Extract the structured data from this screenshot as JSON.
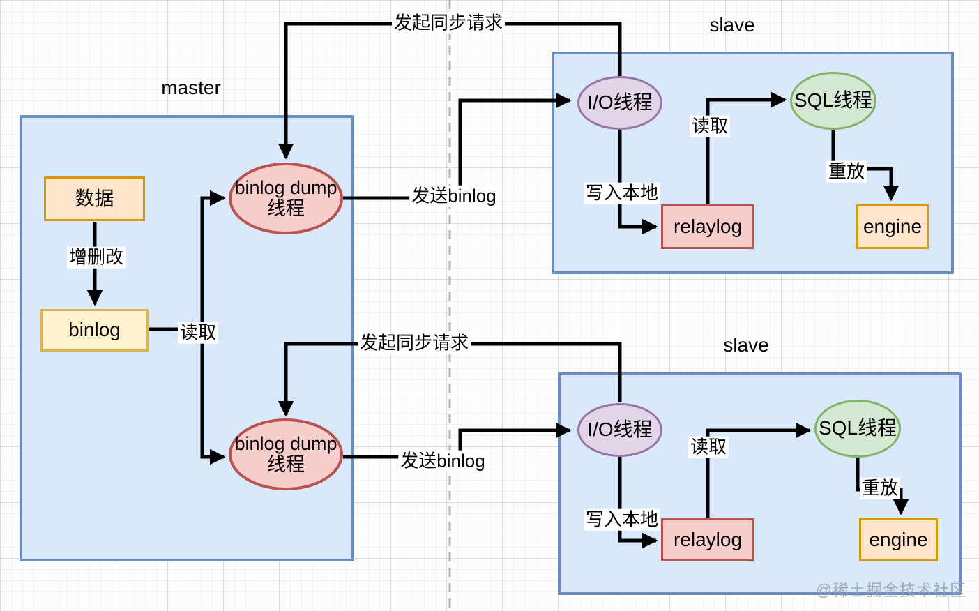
{
  "containers": {
    "master": {
      "label": "master"
    },
    "slave_top": {
      "label": "slave"
    },
    "slave_bottom": {
      "label": "slave"
    }
  },
  "nodes": {
    "data_box": "数据",
    "binlog_box": "binlog",
    "binlog_dump_thread": {
      "line1": "binlog dump",
      "line2": "线程"
    },
    "io_thread": "I/O线程",
    "sql_thread": "SQL线程",
    "relaylog": "relaylog",
    "engine": "engine"
  },
  "edge_labels": {
    "sync_request": "发起同步请求",
    "send_binlog": "发送binlog",
    "read": "读取",
    "crud": "增删改",
    "write_local": "写入本地",
    "replay": "重放"
  },
  "watermark": "@稀土掘金技术社区",
  "colors": {
    "container_fill": "#dae8fc",
    "container_stroke": "#6c8ebf",
    "orange_fill": "#ffe6cc",
    "orange_stroke": "#d79b00",
    "yellow_fill": "#fff2cc",
    "yellow_stroke": "#d6b656",
    "red_fill": "#f8cecc",
    "red_stroke": "#b85450",
    "purple_fill": "#e1d5e7",
    "purple_stroke": "#9673a6",
    "green_fill": "#d5e8d4",
    "green_stroke": "#82b366",
    "arrow": "#000000",
    "divider": "#b3b3b3",
    "watermark": "#9aa1ac"
  }
}
